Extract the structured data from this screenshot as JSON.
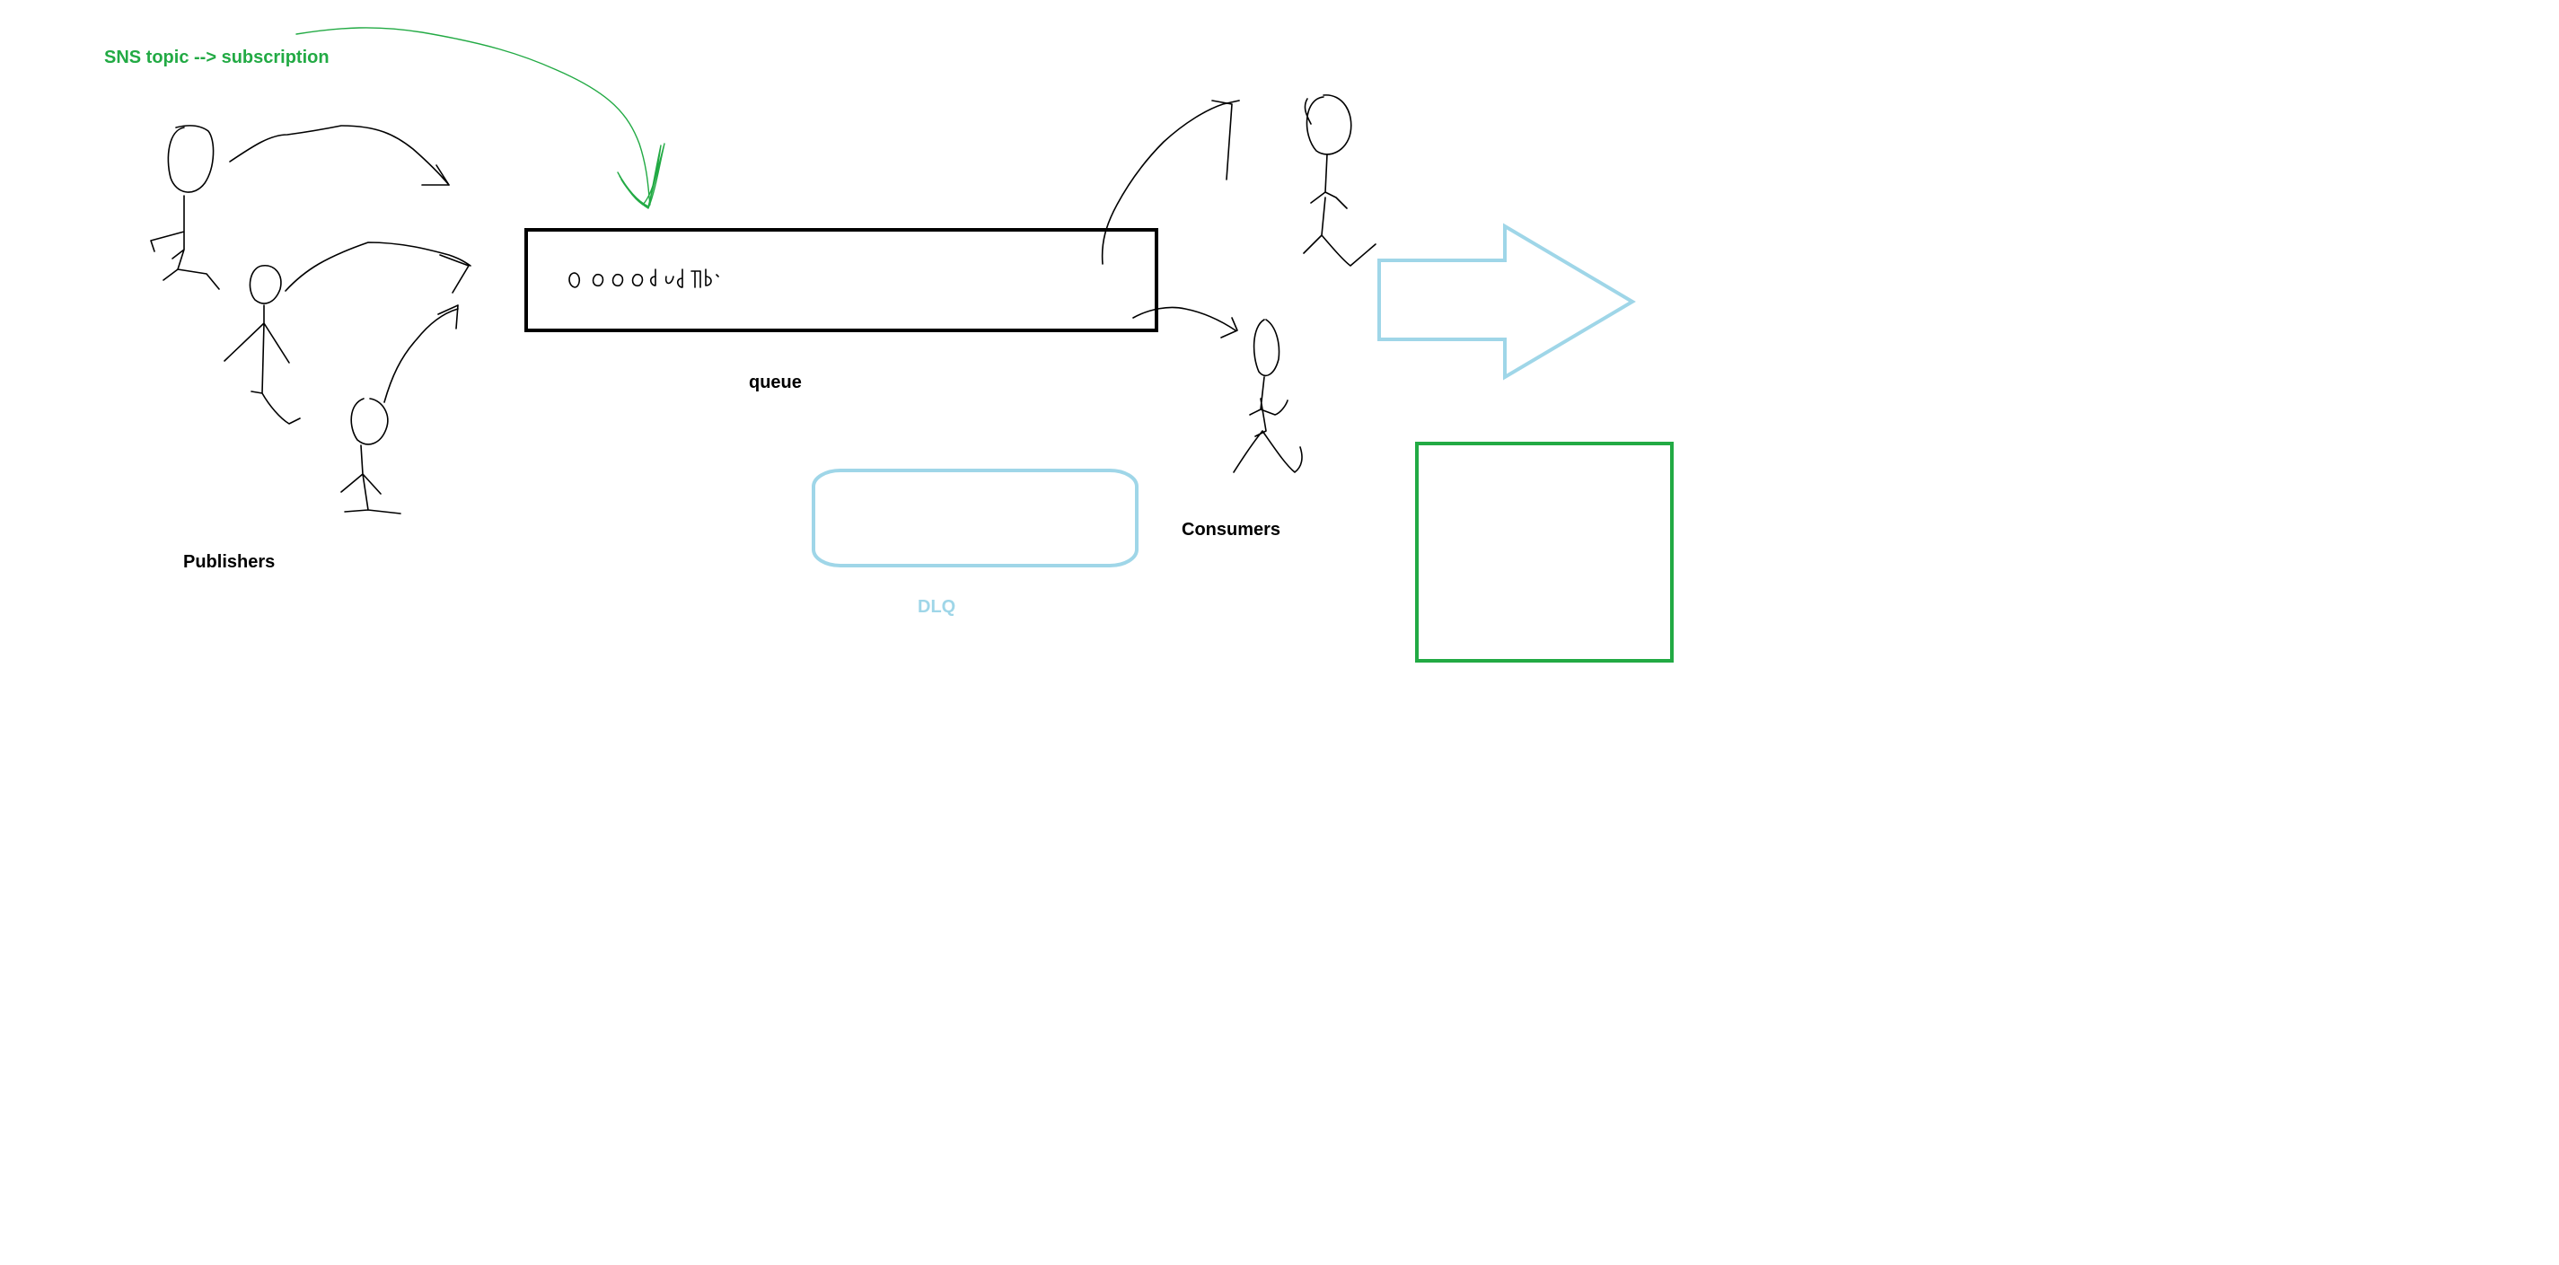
{
  "labels": {
    "sns": "SNS topic --> subscription",
    "queue": "queue",
    "publishers": "Publishers",
    "consumers": "Consumers",
    "dlq": "DLQ"
  },
  "colors": {
    "ink": "#000000",
    "green": "#22aa44",
    "light_blue": "#9fd6e8",
    "background": "#ffffff"
  }
}
